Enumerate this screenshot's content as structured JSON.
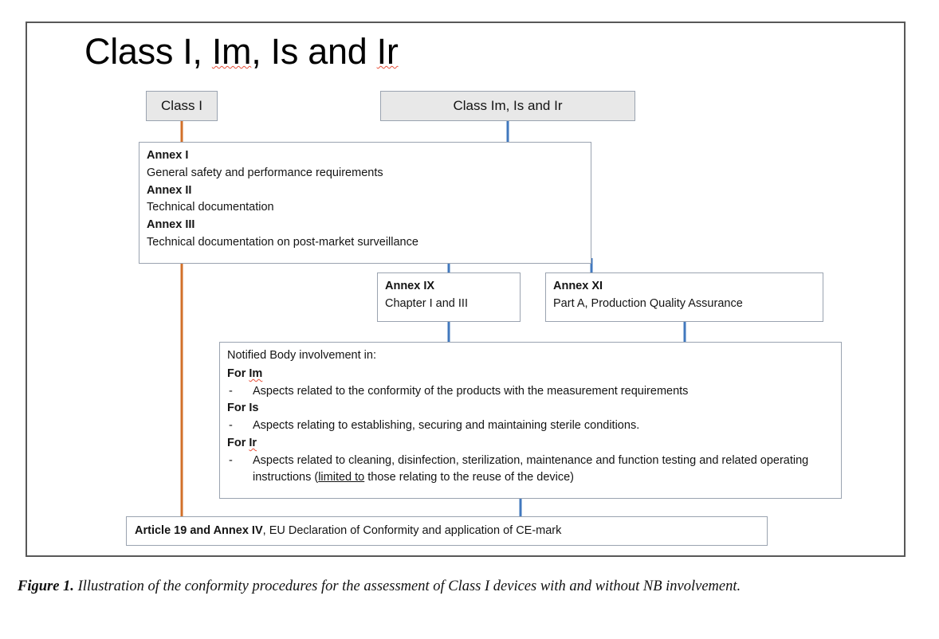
{
  "figure": {
    "title": "Class I, Im, Is and Ir",
    "title_parts": [
      {
        "text": "Class I, ",
        "spellcheck_flag": false
      },
      {
        "text": "Im",
        "spellcheck_flag": true
      },
      {
        "text": ", Is and ",
        "spellcheck_flag": false
      },
      {
        "text": "Ir",
        "spellcheck_flag": true
      }
    ],
    "caption_label": "Figure 1.",
    "caption_text": " Illustration of the conformity procedures for the assessment of Class I devices with and without NB involvement."
  },
  "colors": {
    "frame_border": "#585858",
    "box_border": "#9aa3b0",
    "box_fill_gray": "#e8e8e8",
    "connector_blue": "#4178be",
    "connector_orange": "#d2702a",
    "spellcheck_red": "#e8513a"
  },
  "nodes": {
    "class_i": {
      "label": "Class I"
    },
    "class_im_is_ir": {
      "label": "Class Im, Is and Ir"
    },
    "annex_i_block": {
      "annex_i_heading": "Annex I",
      "annex_i_text": "General safety and performance requirements",
      "annex_ii_heading": "Annex II",
      "annex_ii_text": "Technical documentation",
      "annex_iii_heading": "Annex III",
      "annex_iii_text": "Technical documentation on post-market surveillance"
    },
    "annex_ix": {
      "heading": "Annex IX",
      "text": "Chapter I and III"
    },
    "annex_xi": {
      "heading": "Annex XI",
      "text": "Part A, Production Quality Assurance"
    },
    "notified_body": {
      "heading": "Notified Body involvement in:",
      "groups": [
        {
          "label_prefix": "For ",
          "label_suffix": "Im",
          "bullet_marker": "-",
          "bullet_text": "Aspects related to the conformity of the products with the measurement requirements"
        },
        {
          "label_prefix": "For ",
          "label_suffix": "Is",
          "bullet_marker": "-",
          "bullet_text": "Aspects relating to establishing, securing and maintaining sterile conditions."
        },
        {
          "label_prefix": "For ",
          "label_suffix": "Ir",
          "bullet_marker": "-",
          "bullet_text_line1": "Aspects related to cleaning, disinfection, sterilization, maintenance and function testing and",
          "bullet_text_line2_a": "related operating instructions (",
          "bullet_text_line2_b": "limited to",
          "bullet_text_line2_c": " those relating to the reuse of the device)"
        }
      ]
    },
    "article_19": {
      "bold_part": "Article 19 and Annex IV",
      "rest_part": ", EU Declaration of Conformity and application of CE-mark"
    }
  },
  "connectors": [
    {
      "name": "class-i-to-annex-i",
      "color": "#d2702a",
      "orientation": "vertical"
    },
    {
      "name": "class-imisir-to-annex-i",
      "color": "#4178be",
      "orientation": "vertical"
    },
    {
      "name": "annex-i-to-annex-ix",
      "color": "#4178be",
      "orientation": "vertical"
    },
    {
      "name": "annex-i-to-annex-xi",
      "color": "#4178be",
      "orientation": "vertical"
    },
    {
      "name": "annex-ix-to-nb",
      "color": "#4178be",
      "orientation": "vertical"
    },
    {
      "name": "annex-xi-to-nb",
      "color": "#4178be",
      "orientation": "vertical"
    },
    {
      "name": "annex-i-to-article19-orange",
      "color": "#d2702a",
      "orientation": "vertical"
    },
    {
      "name": "nb-to-article19",
      "color": "#4178be",
      "orientation": "vertical"
    }
  ]
}
